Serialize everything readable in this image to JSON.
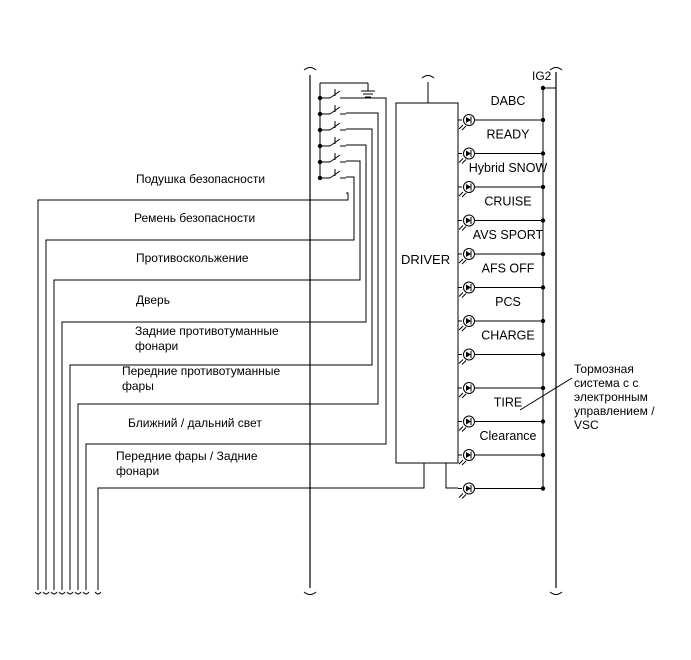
{
  "driver_label": "DRIVER",
  "power_label": "IG2",
  "inputs": [
    {
      "label": "Подушка безопасности"
    },
    {
      "label": "Ремень безопасности"
    },
    {
      "label": "Противоскольжение"
    },
    {
      "label": "Дверь"
    },
    {
      "label": "Задние противотуманные\nфонари"
    },
    {
      "label": "Передние противотуманные\nфары"
    },
    {
      "label": "Ближний / дальний свет"
    },
    {
      "label": "Передние фары / Задние\nфонари"
    }
  ],
  "indicators": [
    {
      "label": "DABC"
    },
    {
      "label": "READY"
    },
    {
      "label": "Hybrid SNOW"
    },
    {
      "label": "CRUISE"
    },
    {
      "label": "AVS SPORT"
    },
    {
      "label": "AFS OFF"
    },
    {
      "label": "PCS"
    },
    {
      "label": "CHARGE"
    },
    {
      "label": ""
    },
    {
      "label": "TIRE"
    },
    {
      "label": "Clearance"
    },
    {
      "label": ""
    }
  ],
  "callout": {
    "label": "Тормозная\nсистема с с\nэлектронным\nуправлением /\nVSC"
  }
}
